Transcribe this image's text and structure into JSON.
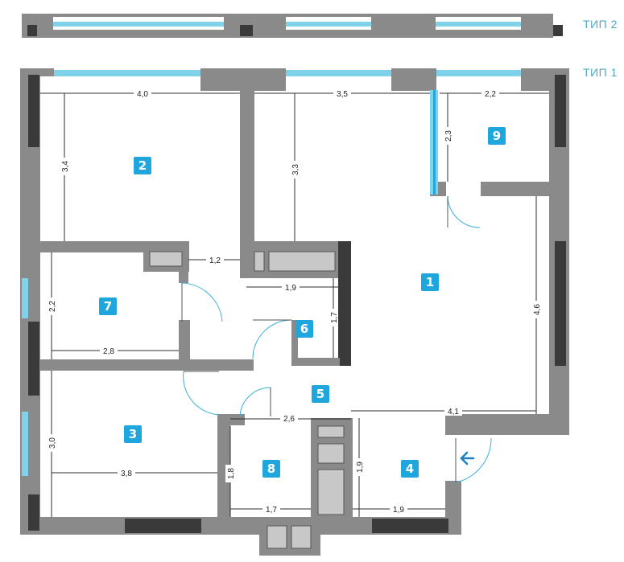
{
  "legend": {
    "type2": "ТИП 2",
    "type1": "ТИП 1"
  },
  "rooms": [
    {
      "id": "1"
    },
    {
      "id": "2"
    },
    {
      "id": "3"
    },
    {
      "id": "4"
    },
    {
      "id": "5"
    },
    {
      "id": "6"
    },
    {
      "id": "7"
    },
    {
      "id": "8"
    },
    {
      "id": "9"
    }
  ],
  "dimensions": {
    "room2_width": "4,0",
    "room2_height": "3,4",
    "room1_top_width": "3,5",
    "room9_width": "2,2",
    "room9_height": "2,3",
    "room1_depth": "3,3",
    "room7_gap": "1,2",
    "room6_width": "1,9",
    "room6_height": "1,7",
    "room7_height": "2,2",
    "room7_width": "2,8",
    "room1_height": "4,6",
    "room5_width": "2,6",
    "room4_top_width": "4,1",
    "room3_height": "3,0",
    "room3_width": "3,8",
    "room8_height": "1,8",
    "room8_width": "1,7",
    "room4_height": "1,9",
    "room4_width": "1,9"
  },
  "colors": {
    "wall": "#8a8a8a",
    "wall_dark": "#3a3a3a",
    "window": "#7fd2ea",
    "badge": "#1fa6dc",
    "label": "#4fa9c9"
  },
  "icons": {
    "entrance": "arrow-left-icon"
  }
}
